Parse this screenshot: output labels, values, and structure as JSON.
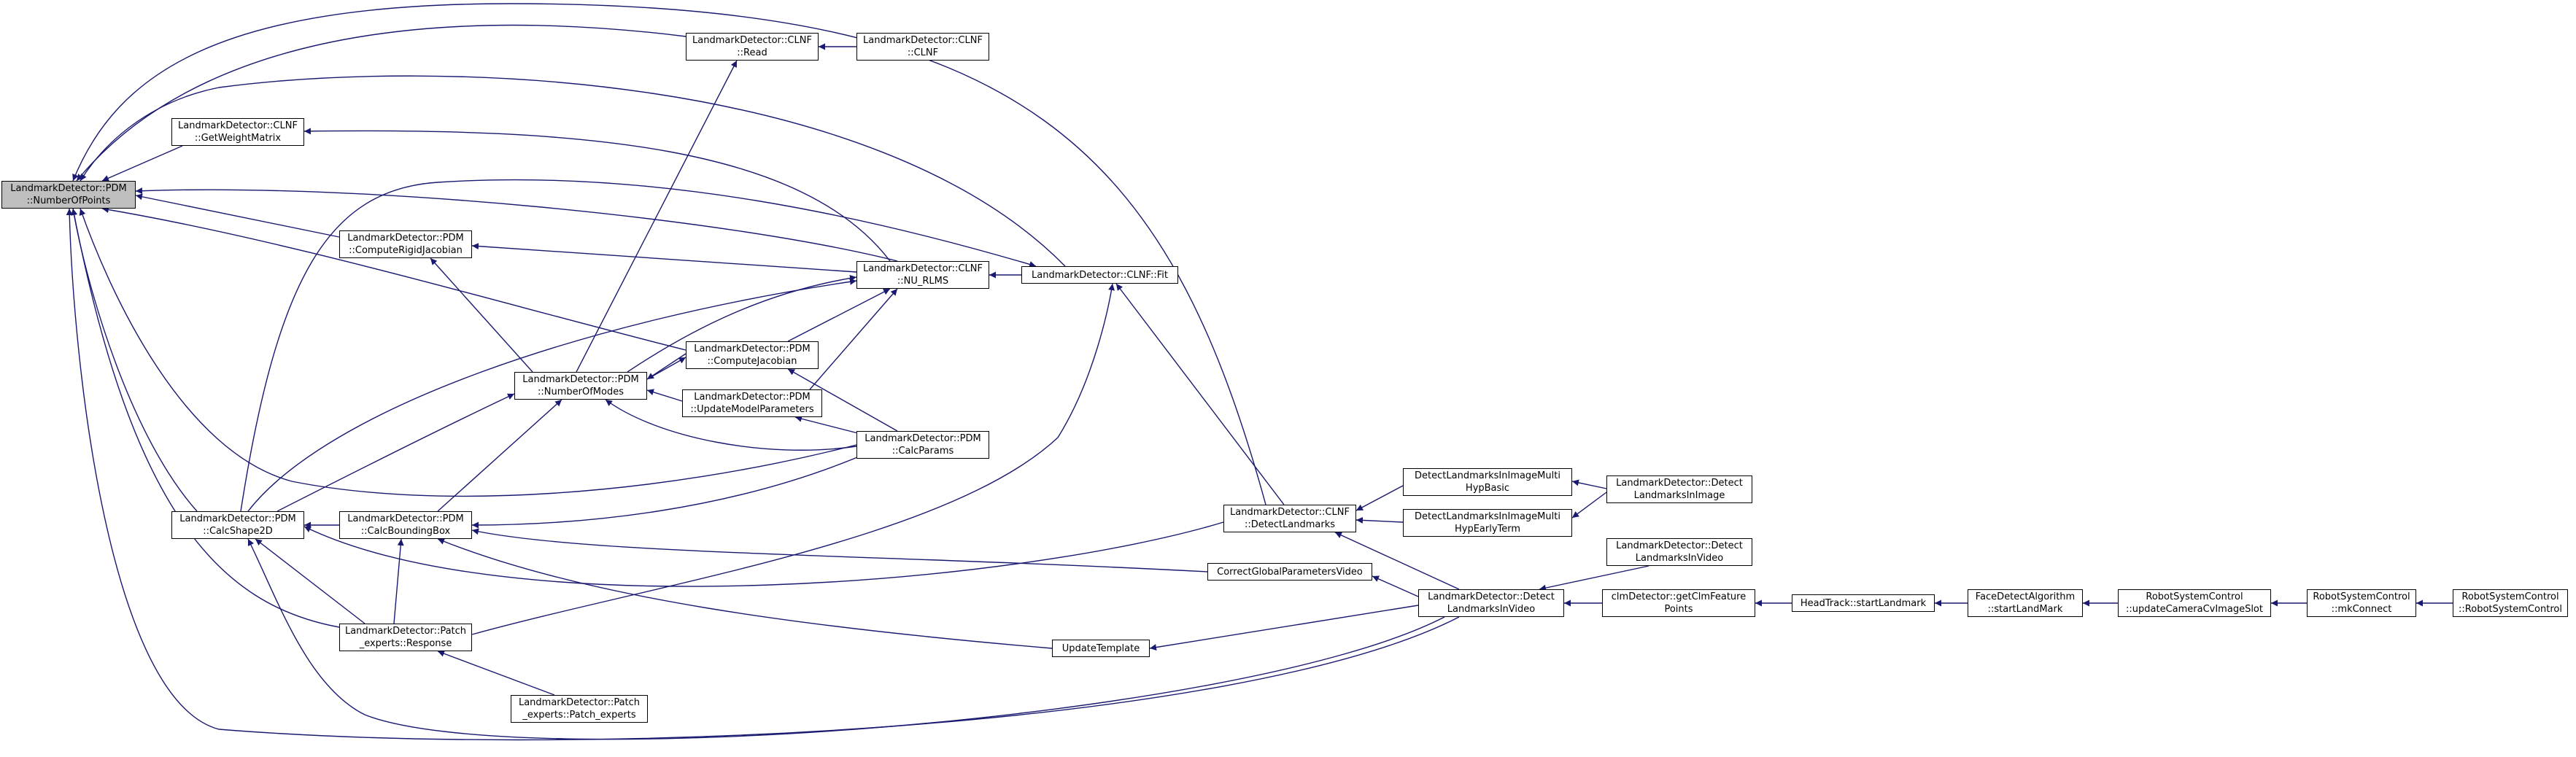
{
  "graph": {
    "colors": {
      "edge": "#191970",
      "root_fill": "#bfbfbf",
      "node_fill": "#ffffff",
      "node_border": "#000000"
    },
    "nodes": {
      "numberofpoints": {
        "line1": "LandmarkDetector::PDM",
        "line2": "::NumberOfPoints"
      },
      "clnf_read": {
        "line1": "LandmarkDetector::CLNF",
        "line2": "::Read"
      },
      "clnf_ctor": {
        "line1": "LandmarkDetector::CLNF",
        "line2": "::CLNF"
      },
      "getweightmatrix": {
        "line1": "LandmarkDetector::CLNF",
        "line2": "::GetWeightMatrix"
      },
      "computerigidjacobian": {
        "line1": "LandmarkDetector::PDM",
        "line2": "::ComputeRigidJacobian"
      },
      "nu_rlms": {
        "line1": "LandmarkDetector::CLNF",
        "line2": "::NU_RLMS"
      },
      "clnf_fit": {
        "line1": "LandmarkDetector::CLNF::Fit"
      },
      "computejacobian": {
        "line1": "LandmarkDetector::PDM",
        "line2": "::ComputeJacobian"
      },
      "numberofmodes": {
        "line1": "LandmarkDetector::PDM",
        "line2": "::NumberOfModes"
      },
      "updatemodelparameters": {
        "line1": "LandmarkDetector::PDM",
        "line2": "::UpdateModelParameters"
      },
      "calcparams": {
        "line1": "LandmarkDetector::PDM",
        "line2": "::CalcParams"
      },
      "multihypbasic": {
        "line1": "DetectLandmarksInImageMulti",
        "line2": "HypBasic"
      },
      "detectlandmarksinimage": {
        "line1": "LandmarkDetector::Detect",
        "line2": "LandmarksInImage"
      },
      "clnf_detectlandmarks": {
        "line1": "LandmarkDetector::CLNF",
        "line2": "::DetectLandmarks"
      },
      "multihypearlyterm": {
        "line1": "DetectLandmarksInImageMulti",
        "line2": "HypEarlyTerm"
      },
      "calcshape2d": {
        "line1": "LandmarkDetector::PDM",
        "line2": "::CalcShape2D"
      },
      "calcboundingbox": {
        "line1": "LandmarkDetector::PDM",
        "line2": "::CalcBoundingBox"
      },
      "detectlandmarksinvideo_top": {
        "line1": "LandmarkDetector::Detect",
        "line2": "LandmarksInVideo"
      },
      "correctglobalparametersvideo": {
        "line1": "CorrectGlobalParametersVideo"
      },
      "detectlandmarksinvideo": {
        "line1": "LandmarkDetector::Detect",
        "line2": "LandmarksInVideo"
      },
      "getclmfeaturepoints": {
        "line1": "clmDetector::getClmFeature",
        "line2": "Points"
      },
      "startlandmark": {
        "line1": "HeadTrack::startLandmark"
      },
      "facedetect_startlandmark": {
        "line1": "FaceDetectAlgorithm",
        "line2": "::startLandMark"
      },
      "updatecameracvimageslot": {
        "line1": "RobotSystemControl",
        "line2": "::updateCameraCvImageSlot"
      },
      "mkconnect": {
        "line1": "RobotSystemControl",
        "line2": "::mkConnect"
      },
      "robotsystemcontrol": {
        "line1": "RobotSystemControl",
        "line2": "::RobotSystemControl"
      },
      "patch_response": {
        "line1": "LandmarkDetector::Patch",
        "line2": "_experts::Response"
      },
      "updatetemplate": {
        "line1": "UpdateTemplate"
      },
      "patch_experts_ctor": {
        "line1": "LandmarkDetector::Patch",
        "line2": "_experts::Patch_experts"
      }
    }
  }
}
